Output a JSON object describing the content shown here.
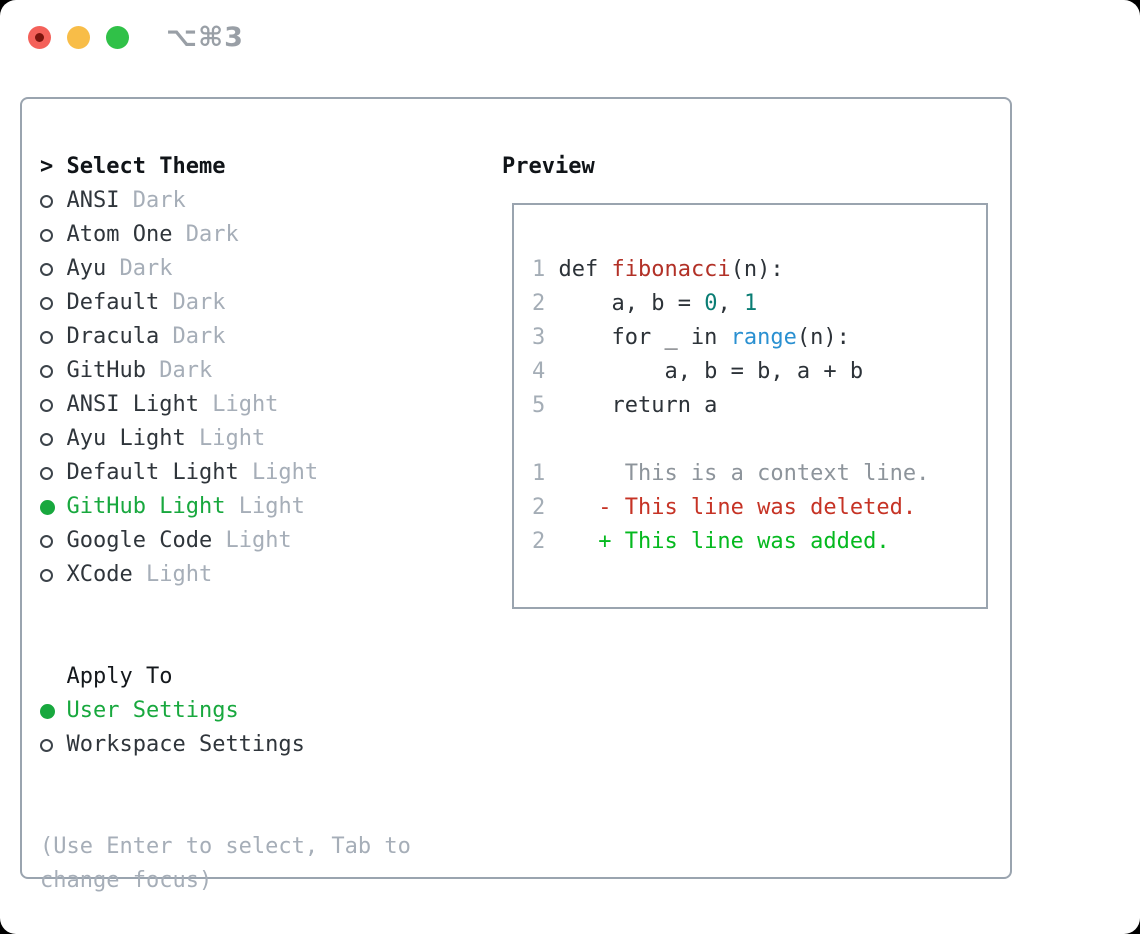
{
  "titlebar": {
    "shortcut": "⌥⌘3"
  },
  "colors": {
    "accent_green": "#18a83e",
    "added_green": "#05b91f",
    "deleted_red": "#c63325",
    "function_red": "#b23127",
    "number_teal": "#0a7d74",
    "builtin_blue": "#2a90d1",
    "muted_gray": "#a6aeb8",
    "text_dark": "#2f353b",
    "border_gray": "#9aa4af",
    "traffic_red": "#f4615a",
    "traffic_yellow": "#f8bd48",
    "traffic_green": "#30c148"
  },
  "theme_list": {
    "prompt": ">",
    "title": "Select Theme",
    "items": [
      {
        "name": "ANSI",
        "variant": "Dark",
        "selected": false
      },
      {
        "name": "Atom One",
        "variant": "Dark",
        "selected": false
      },
      {
        "name": "Ayu",
        "variant": "Dark",
        "selected": false
      },
      {
        "name": "Default",
        "variant": "Dark",
        "selected": false
      },
      {
        "name": "Dracula",
        "variant": "Dark",
        "selected": false
      },
      {
        "name": "GitHub",
        "variant": "Dark",
        "selected": false
      },
      {
        "name": "ANSI Light",
        "variant": "Light",
        "selected": false
      },
      {
        "name": "Ayu Light",
        "variant": "Light",
        "selected": false
      },
      {
        "name": "Default Light",
        "variant": "Light",
        "selected": false
      },
      {
        "name": "GitHub Light",
        "variant": "Light",
        "selected": true
      },
      {
        "name": "Google Code",
        "variant": "Light",
        "selected": false
      },
      {
        "name": "XCode",
        "variant": "Light",
        "selected": false
      }
    ]
  },
  "apply_to": {
    "title": "Apply To",
    "options": [
      {
        "label": "User Settings",
        "selected": true
      },
      {
        "label": "Workspace Settings",
        "selected": false
      }
    ]
  },
  "hint": "(Use Enter to select, Tab to change focus)",
  "preview": {
    "title": "Preview",
    "code_lines": [
      {
        "num": "1",
        "tokens": [
          {
            "text": "def ",
            "c": "plain"
          },
          {
            "text": "fibonacci",
            "c": "func"
          },
          {
            "text": "(n):",
            "c": "plain"
          }
        ]
      },
      {
        "num": "2",
        "tokens": [
          {
            "text": "    a, b = ",
            "c": "plain"
          },
          {
            "text": "0",
            "c": "num"
          },
          {
            "text": ", ",
            "c": "plain"
          },
          {
            "text": "1",
            "c": "num"
          }
        ]
      },
      {
        "num": "3",
        "tokens": [
          {
            "text": "    for _ in ",
            "c": "plain"
          },
          {
            "text": "range",
            "c": "builtin"
          },
          {
            "text": "(n):",
            "c": "plain"
          }
        ]
      },
      {
        "num": "4",
        "tokens": [
          {
            "text": "        a, b = b, a + b",
            "c": "plain"
          }
        ]
      },
      {
        "num": "5",
        "tokens": [
          {
            "text": "    return a",
            "c": "plain"
          }
        ]
      },
      {
        "num": "",
        "tokens": []
      },
      {
        "num": "1",
        "tokens": [
          {
            "text": "     This is a context line.",
            "c": "ctx"
          }
        ]
      },
      {
        "num": "2",
        "tokens": [
          {
            "text": "   - This line was deleted.",
            "c": "del"
          }
        ]
      },
      {
        "num": "2",
        "tokens": [
          {
            "text": "   + This line was added.",
            "c": "add"
          }
        ]
      }
    ]
  }
}
